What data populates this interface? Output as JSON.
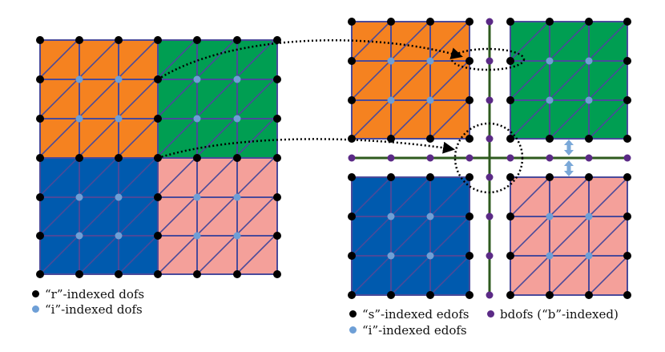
{
  "colors": {
    "orange": "#f58220",
    "green": "#009e52",
    "blue": "#005aae",
    "pink": "#f4a09a",
    "edge": "#4a4a9a",
    "r_dof": "#000000",
    "i_dof": "#6e9fd6",
    "b_dof": "#5b2a86",
    "interface_line": "#2e5a1e",
    "double_arrow": "#7aa8d8"
  },
  "legend_left": [
    {
      "label": "“r”-indexed dofs",
      "color": "#000000"
    },
    {
      "label": "“i”-indexed dofs",
      "color": "#6e9fd6"
    }
  ],
  "legend_right": [
    {
      "label": "“s”-indexed edofs",
      "color": "#000000"
    },
    {
      "label": "“i”-indexed edofs",
      "color": "#6e9fd6"
    },
    {
      "label": "bdofs (“b”-indexed)",
      "color": "#5b2a86"
    }
  ]
}
